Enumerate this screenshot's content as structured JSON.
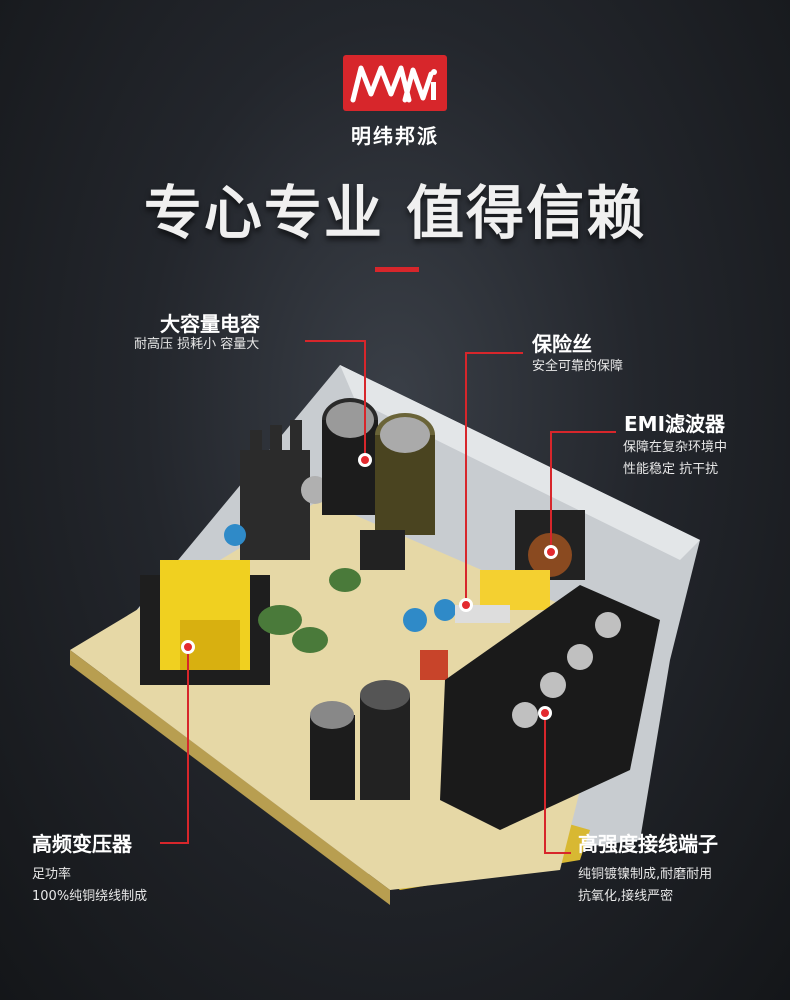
{
  "brand": {
    "logo_text": "MWi",
    "name": "明纬邦派",
    "accent_color": "#d7262b"
  },
  "slogan": "专心专业 值得信赖",
  "callouts": {
    "capacitor": {
      "title": "大容量电容",
      "desc1": "耐高压  损耗小  容量大"
    },
    "fuse": {
      "title": "保险丝",
      "desc1": "安全可靠的保障"
    },
    "emi": {
      "title": "EMI滤波器",
      "desc1": "保障在复杂环境中",
      "desc2": "性能稳定  抗干扰"
    },
    "transformer": {
      "title": "高频变压器",
      "desc1": "足功率",
      "desc2": "100%纯铜绕线制成"
    },
    "terminal": {
      "title": "高强度接线端子",
      "desc1": "纯铜镀镍制成,耐磨耐用",
      "desc2": "抗氧化,接线严密"
    }
  }
}
